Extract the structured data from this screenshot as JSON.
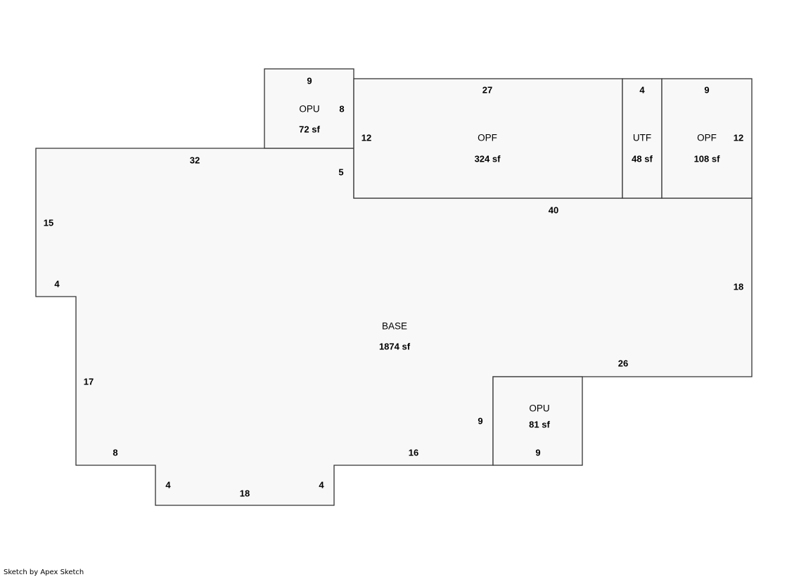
{
  "areas": {
    "base": {
      "name": "BASE",
      "area": "1874 sf"
    },
    "opu_top": {
      "name": "OPU",
      "area": "72 sf"
    },
    "opf_main": {
      "name": "OPF",
      "area": "324 sf"
    },
    "utf": {
      "name": "UTF",
      "area": "48 sf"
    },
    "opf_right": {
      "name": "OPF",
      "area": "108 sf"
    },
    "opu_bottom": {
      "name": "OPU",
      "area": "81 sf"
    }
  },
  "dimensions": {
    "opu_top_width": "9",
    "opu_top_height": "8",
    "opf_width": "27",
    "opf_height": "12",
    "utf_width": "4",
    "opf_right_width": "9",
    "opf_right_height": "12",
    "base_top": "32",
    "base_step": "5",
    "base_top_right": "40",
    "base_left": "15",
    "base_left_step": "4",
    "base_right": "18",
    "base_bottom_right": "26",
    "base_left_lower": "17",
    "base_bottom_left": "8",
    "base_notch_left": "4",
    "base_notch_bottom": "18",
    "base_notch_right": "4",
    "base_bottom_mid": "16",
    "opu_bottom_height": "9",
    "opu_bottom_width": "9"
  },
  "footer": "Sketch by Apex Sketch"
}
